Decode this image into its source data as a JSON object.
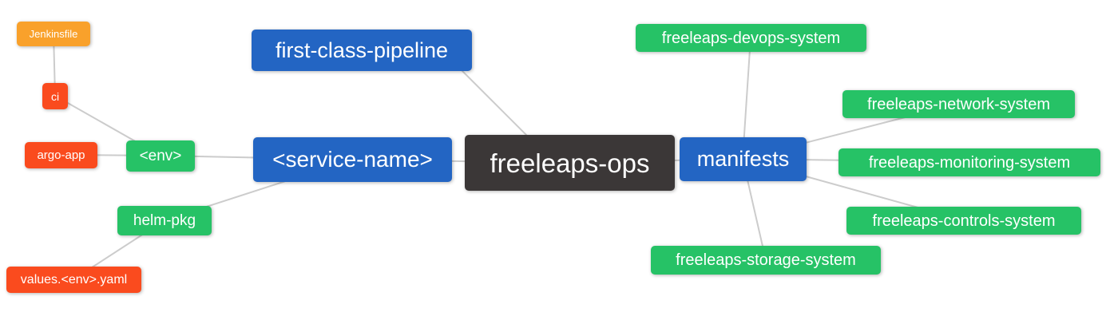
{
  "colors": {
    "blue": "#2365c3",
    "green": "#26c266",
    "red": "#fa4b1e",
    "orange": "#f9a12b",
    "dark": "#3b3737",
    "edge": "#cccccc",
    "text": "#ffffff",
    "background": "#ffffff"
  },
  "diagram": {
    "type": "mindmap",
    "root": "freeleaps-ops",
    "nodes": [
      {
        "id": "jenkinsfile",
        "label": "Jenkinsfile",
        "color_key": "orange"
      },
      {
        "id": "ci",
        "label": "ci",
        "color_key": "red"
      },
      {
        "id": "argo-app",
        "label": "argo-app",
        "color_key": "red"
      },
      {
        "id": "env",
        "label": "<env>",
        "color_key": "green"
      },
      {
        "id": "helm-pkg",
        "label": "helm-pkg",
        "color_key": "green"
      },
      {
        "id": "values-env-yaml",
        "label": "values.<env>.yaml",
        "color_key": "red"
      },
      {
        "id": "first-class-pipeline",
        "label": "first-class-pipeline",
        "color_key": "blue"
      },
      {
        "id": "service-name",
        "label": "<service-name>",
        "color_key": "blue"
      },
      {
        "id": "freeleaps-ops",
        "label": "freeleaps-ops",
        "color_key": "dark"
      },
      {
        "id": "manifests",
        "label": "manifests",
        "color_key": "blue"
      },
      {
        "id": "devops-system",
        "label": "freeleaps-devops-system",
        "color_key": "green"
      },
      {
        "id": "network-system",
        "label": "freeleaps-network-system",
        "color_key": "green"
      },
      {
        "id": "monitoring-system",
        "label": "freeleaps-monitoring-system",
        "color_key": "green"
      },
      {
        "id": "controls-system",
        "label": "freeleaps-controls-system",
        "color_key": "green"
      },
      {
        "id": "storage-system",
        "label": "freeleaps-storage-system",
        "color_key": "green"
      }
    ],
    "edges": [
      {
        "from": "ci",
        "to": "jenkinsfile"
      },
      {
        "from": "env",
        "to": "ci"
      },
      {
        "from": "env",
        "to": "argo-app"
      },
      {
        "from": "service-name",
        "to": "env"
      },
      {
        "from": "service-name",
        "to": "helm-pkg"
      },
      {
        "from": "helm-pkg",
        "to": "values-env-yaml"
      },
      {
        "from": "freeleaps-ops",
        "to": "first-class-pipeline"
      },
      {
        "from": "freeleaps-ops",
        "to": "service-name"
      },
      {
        "from": "freeleaps-ops",
        "to": "manifests"
      },
      {
        "from": "manifests",
        "to": "devops-system"
      },
      {
        "from": "manifests",
        "to": "network-system"
      },
      {
        "from": "manifests",
        "to": "monitoring-system"
      },
      {
        "from": "manifests",
        "to": "controls-system"
      },
      {
        "from": "manifests",
        "to": "storage-system"
      }
    ]
  }
}
